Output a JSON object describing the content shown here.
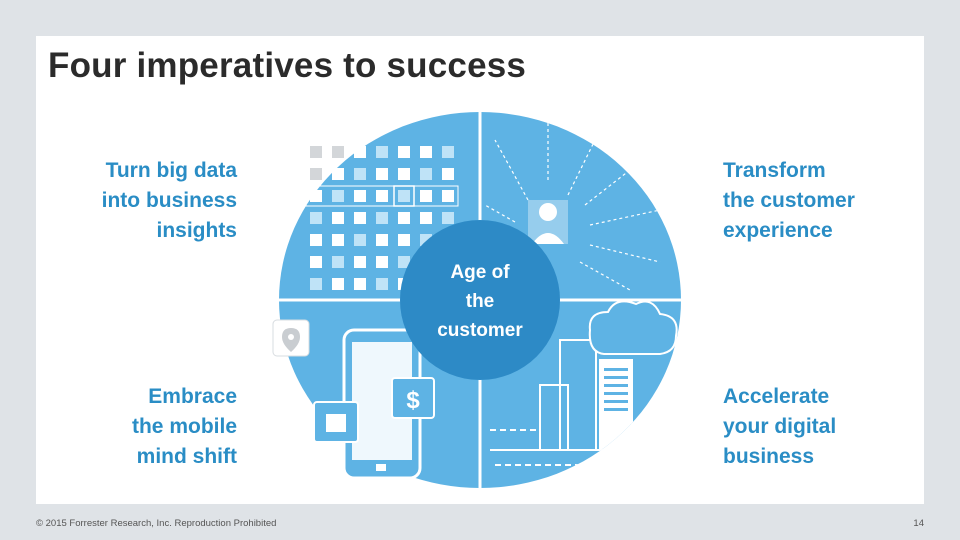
{
  "title": "Four imperatives to success",
  "imperatives": {
    "top_left": [
      "Turn big data",
      "into business",
      "insights"
    ],
    "top_right": [
      "Transform",
      "the customer",
      "experience"
    ],
    "bottom_left": [
      "Embrace",
      "the mobile",
      "mind shift"
    ],
    "bottom_right": [
      "Accelerate",
      "your digital",
      "business"
    ]
  },
  "center": [
    "Age of",
    "the",
    "customer"
  ],
  "footer": {
    "copyright": "© 2015 Forrester Research, Inc. Reproduction Prohibited",
    "page_number": "14"
  },
  "colors": {
    "accent": "#2a8dc5",
    "circle": "#5eb3e4",
    "center": "#2d8ac6"
  }
}
